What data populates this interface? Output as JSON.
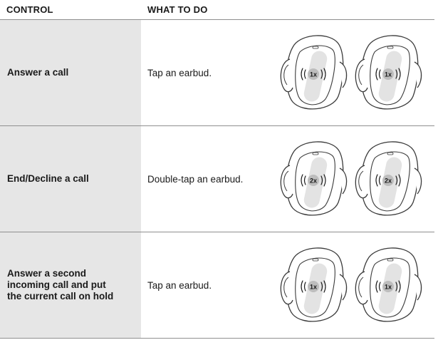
{
  "header": {
    "control": "CONTROL",
    "what_to_do": "WHAT TO DO"
  },
  "rows": [
    {
      "control": "Answer a call",
      "action": "Tap an earbud.",
      "tap_count": "1x"
    },
    {
      "control": "End/Decline a call",
      "action": "Double-tap an earbud.",
      "tap_count": "2x"
    },
    {
      "control": "Answer a second\nincoming call and put\nthe current call on hold",
      "action": "Tap an earbud.",
      "tap_count": "1x"
    }
  ]
}
